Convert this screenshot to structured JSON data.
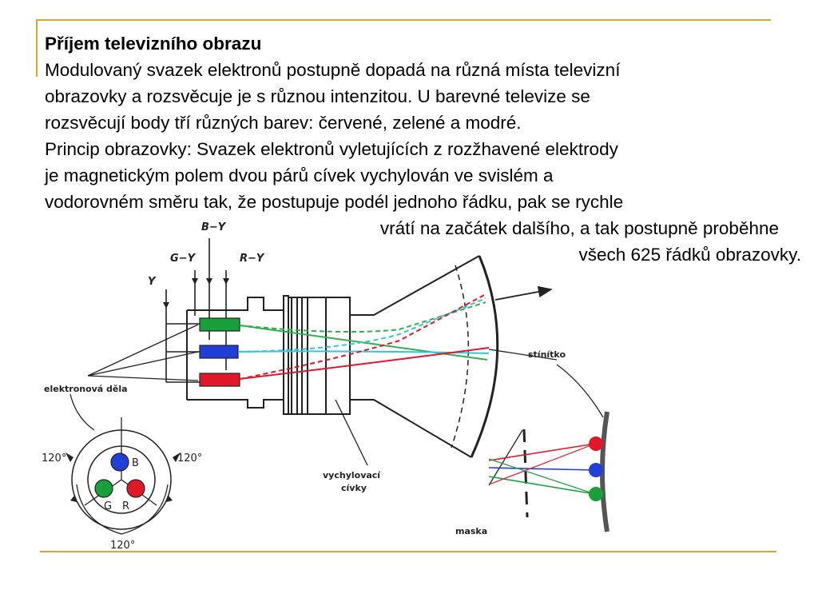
{
  "slide": {
    "title": "Příjem televizního obrazu",
    "paragraphs": [
      "Modulovaný svazek elektronů postupně dopadá na různá místa televizní",
      "obrazovky a rozsvěcuje je s různou intenzitou. U barevné televize se",
      "rozsvěcují body tří různých barev: červené, zelené a modré.",
      "Princip obrazovky: Svazek elektronů vyletujících z rozžhavené elektrody",
      "je magnetickým polem dvou párů cívek vychylován ve svislém a",
      "vodorovném směru tak, že postupuje podél jednoho řádku, pak se rychle",
      "vrátí na začátek dalšího, a tak postupně proběhne",
      "všech 625 řádků obrazovky."
    ]
  },
  "diagram": {
    "signal_labels": {
      "y": "Y",
      "g_y": "G−Y",
      "b_y": "B−Y",
      "r_y": "R−Y"
    },
    "callouts": {
      "electron_guns": "elektronová děla",
      "screen": "stínítko",
      "deflection_coils": [
        "vychylovací",
        "cívky"
      ],
      "mask": "maska"
    },
    "gun_arrangement": {
      "angles": [
        "120°",
        "120°",
        "120°"
      ],
      "guns": [
        {
          "letter": "B",
          "color": "#1f3fd6"
        },
        {
          "letter": "G",
          "color": "#1aa03a"
        },
        {
          "letter": "R",
          "color": "#e0182a"
        }
      ]
    },
    "colors": {
      "red": "#e0182a",
      "green": "#1aa03a",
      "blue": "#1f3fd6",
      "cyan": "#35c7d8",
      "accent_line": "#e0a526"
    }
  }
}
